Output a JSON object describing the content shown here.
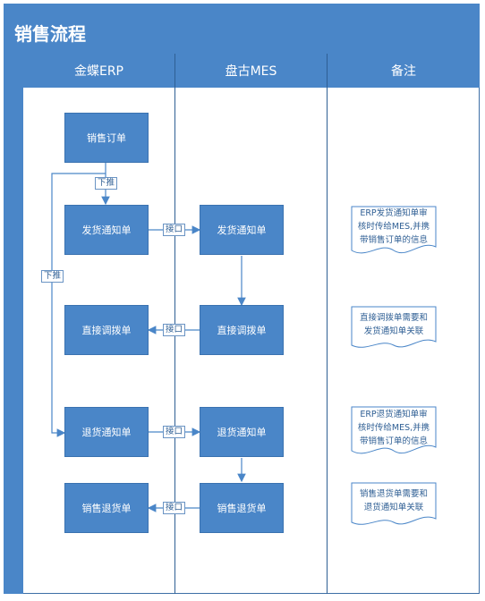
{
  "title": "销售流程",
  "lanes": [
    "金蝶ERP",
    "盘古MES",
    "备注"
  ],
  "nodes": {
    "erp_sales_order": "销售订单",
    "erp_ship_notice": "发货通知单",
    "erp_direct_transfer": "直接调拨单",
    "erp_return_notice": "退货通知单",
    "erp_sales_return": "销售退货单",
    "mes_ship_notice": "发货通知单",
    "mes_direct_transfer": "直接调拨单",
    "mes_return_notice": "退货通知单",
    "mes_sales_return": "销售退货单"
  },
  "labels": {
    "push_down_1": "下推",
    "push_down_2": "下推",
    "interface_1": "接口",
    "interface_2": "接口",
    "interface_3": "接口",
    "interface_4": "接口"
  },
  "notes": {
    "note1_l1": "ERP发货通知单审",
    "note1_l2": "核时传给MES,并携",
    "note1_l3": "带销售订单的信息",
    "note2_l1": "直接调拨单需要和",
    "note2_l2": "发货通知单关联",
    "note3_l1": "ERP退货通知单审",
    "note3_l2": "核时传给MES,并携",
    "note3_l3": "带销售订单的信息",
    "note4_l1": "销售退货单需要和",
    "note4_l2": "退货通知单关联"
  }
}
